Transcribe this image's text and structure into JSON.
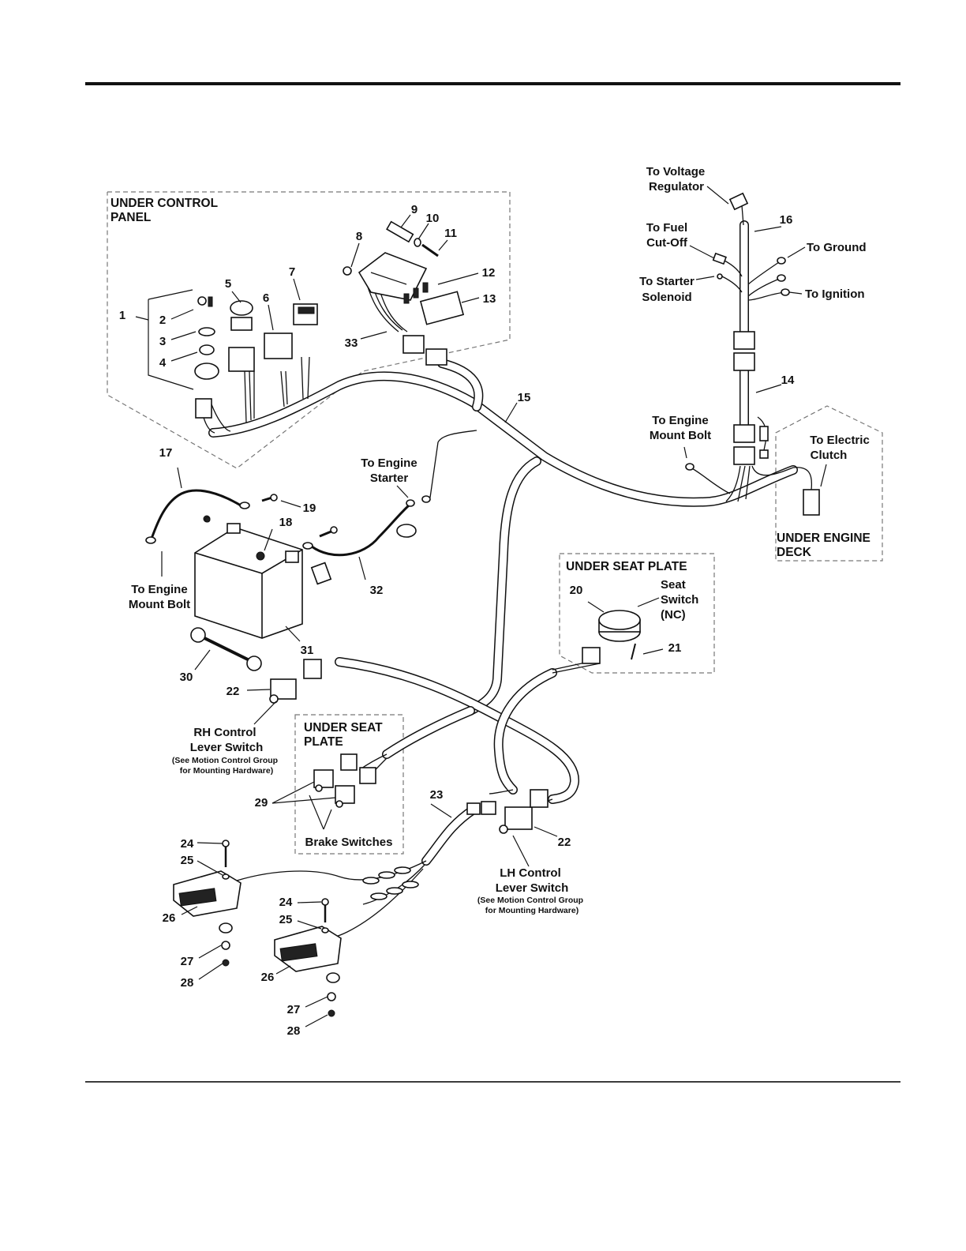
{
  "callouts": {
    "n1": "1",
    "n2": "2",
    "n3": "3",
    "n4": "4",
    "n5": "5",
    "n6": "6",
    "n7": "7",
    "n8": "8",
    "n9": "9",
    "n10": "10",
    "n11": "11",
    "n12": "12",
    "n13": "13",
    "n14": "14",
    "n15": "15",
    "n16": "16",
    "n17": "17",
    "n18": "18",
    "n19": "19",
    "n20": "20",
    "n21": "21",
    "n22a": "22",
    "n22b": "22",
    "n23": "23",
    "n24a": "24",
    "n24b": "24",
    "n25a": "25",
    "n25b": "25",
    "n26a": "26",
    "n26b": "26",
    "n27a": "27",
    "n27b": "27",
    "n28a": "28",
    "n28b": "28",
    "n29": "29",
    "n30": "30",
    "n31": "31",
    "n32": "32",
    "n33": "33"
  },
  "regions": {
    "under_control_panel_1": "UNDER CONTROL",
    "under_control_panel_2": "PANEL",
    "under_seat_plate_top": "UNDER SEAT PLATE",
    "under_seat_plate_1": "UNDER SEAT",
    "under_seat_plate_2": "PLATE",
    "under_engine_deck_1": "UNDER ENGINE",
    "under_engine_deck_2": "DECK"
  },
  "labels": {
    "voltage_1": "To Voltage",
    "voltage_2": "Regulator",
    "fuel_1": "To Fuel",
    "fuel_2": "Cut-Off",
    "starter_sol_1": "To Starter",
    "starter_sol_2": "Solenoid",
    "ground": "To Ground",
    "ignition": "To Ignition",
    "engine_mount_r_1": "To Engine",
    "engine_mount_r_2": "Mount Bolt",
    "elec_clutch_1": "To Electric",
    "elec_clutch_2": "Clutch",
    "engine_starter_1": "To Engine",
    "engine_starter_2": "Starter",
    "engine_mount_l_1": "To Engine",
    "engine_mount_l_2": "Mount Bolt",
    "seat_switch_1": "Seat",
    "seat_switch_2": "Switch",
    "seat_switch_3": "(NC)",
    "rh_1": "RH Control",
    "rh_2": "Lever Switch",
    "rh_3": "(See Motion Control Group",
    "rh_4": "for Mounting Hardware)",
    "brake": "Brake Switches",
    "lh_1": "LH Control",
    "lh_2": "Lever Switch",
    "lh_3": "(See Motion Control Group",
    "lh_4": "for Mounting Hardware)"
  }
}
